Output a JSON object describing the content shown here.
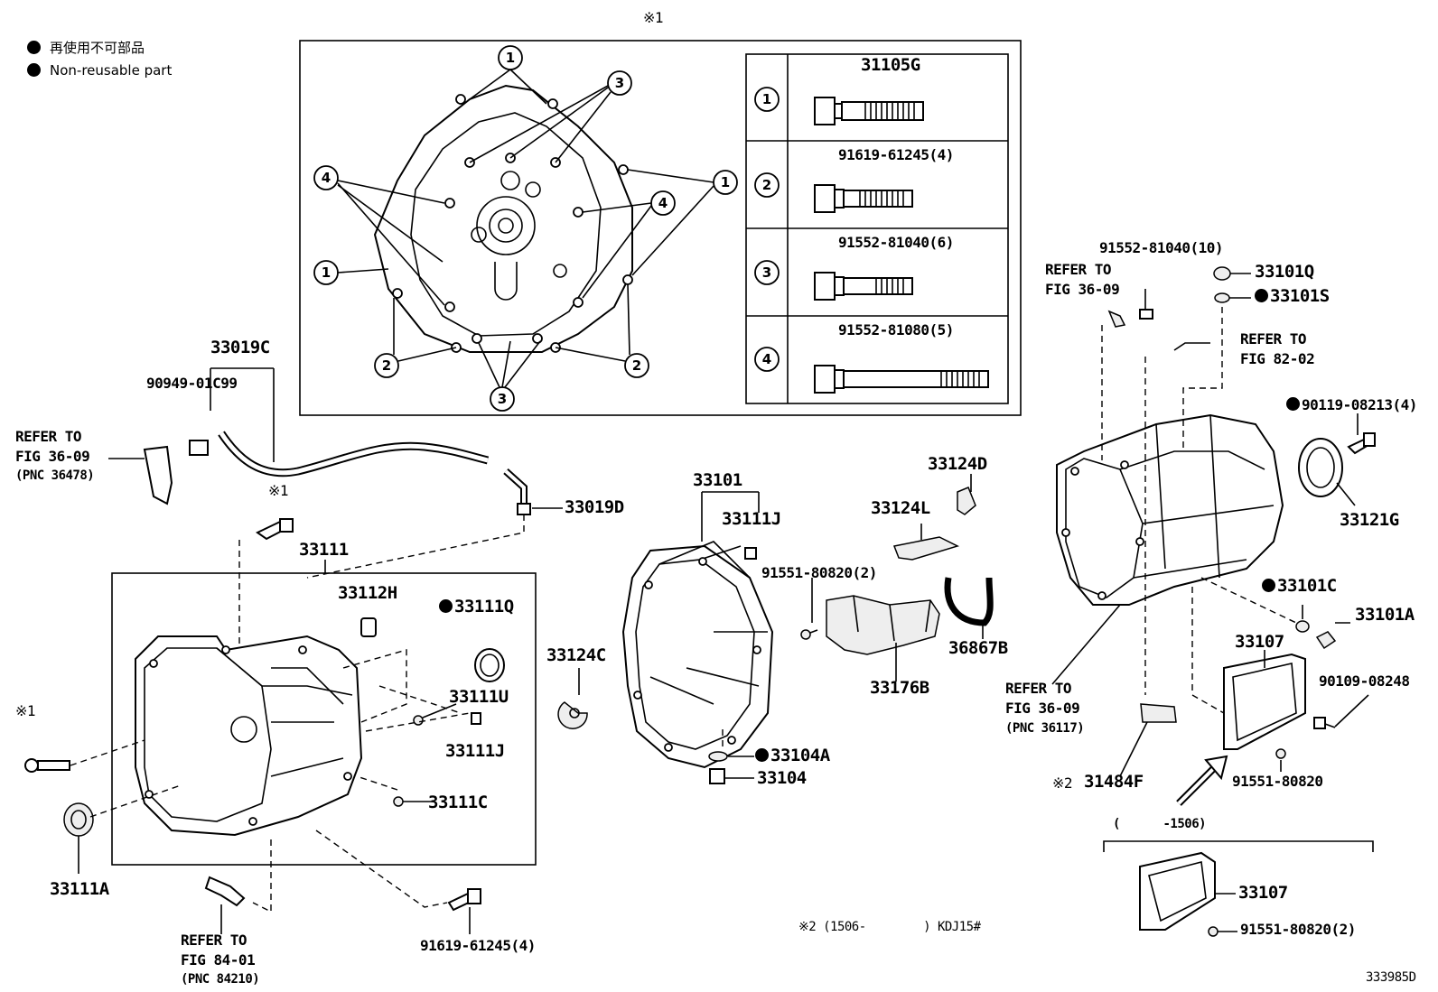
{
  "legend": {
    "line1": "再使用不可部品",
    "line2": "Non-reusable part"
  },
  "inset": {
    "mark": "※1",
    "table": [
      {
        "callout": "1",
        "part": "31105G"
      },
      {
        "callout": "2",
        "part": "91619-61245(4)"
      },
      {
        "callout": "3",
        "part": "91552-81040(6)"
      },
      {
        "callout": "4",
        "part": "91552-81080(5)"
      }
    ]
  },
  "labels": {
    "p33019C": "33019C",
    "p90949": "90949-01C99",
    "refer1_a": "REFER TO",
    "refer1_b": "FIG 36-09",
    "refer1_c": "(PNC 36478)",
    "p33019D": "33019D",
    "mark1a": "※1",
    "p33111": "33111",
    "p33112H": "33112H",
    "p33111Q": "33111Q",
    "p33111U": "33111U",
    "p33111J": "33111J",
    "p33111C": "33111C",
    "mark1b": "※1",
    "p33111A": "33111A",
    "refer2_a": "REFER TO",
    "refer2_b": "FIG 84-01",
    "refer2_c": "(PNC 84210)",
    "p91619": "91619-61245(4)",
    "p33124C": "33124C",
    "p33101": "33101",
    "p33111J2": "33111J",
    "p33104A": "33104A",
    "p33104": "33104",
    "p91551a": "91551-80820(2)",
    "p33124D": "33124D",
    "p33124L": "33124L",
    "p33176B": "33176B",
    "p36867B": "36867B",
    "p91552_10": "91552-81040(10)",
    "refer3_a": "REFER TO",
    "refer3_b": "FIG 36-09",
    "p33101Q": "33101Q",
    "p33101S": "33101S",
    "refer4_a": "REFER TO",
    "refer4_b": "FIG 82-02",
    "p90119": "90119-08213(4)",
    "p33121G": "33121G",
    "p33101C": "33101C",
    "p33101A": "33101A",
    "p33107": "33107",
    "p90109": "90109-08248",
    "refer5_a": "REFER TO",
    "refer5_b": "FIG 36-09",
    "refer5_c": "(PNC 36117)",
    "mark2": "※2",
    "p31484F": "31484F",
    "p91551b": "91551-80820",
    "range": "(      -1506)",
    "p33107b": "33107",
    "p91551c": "91551-80820(2)",
    "note": "※2 (1506-        ) KDJ15#",
    "code": "333985D"
  }
}
